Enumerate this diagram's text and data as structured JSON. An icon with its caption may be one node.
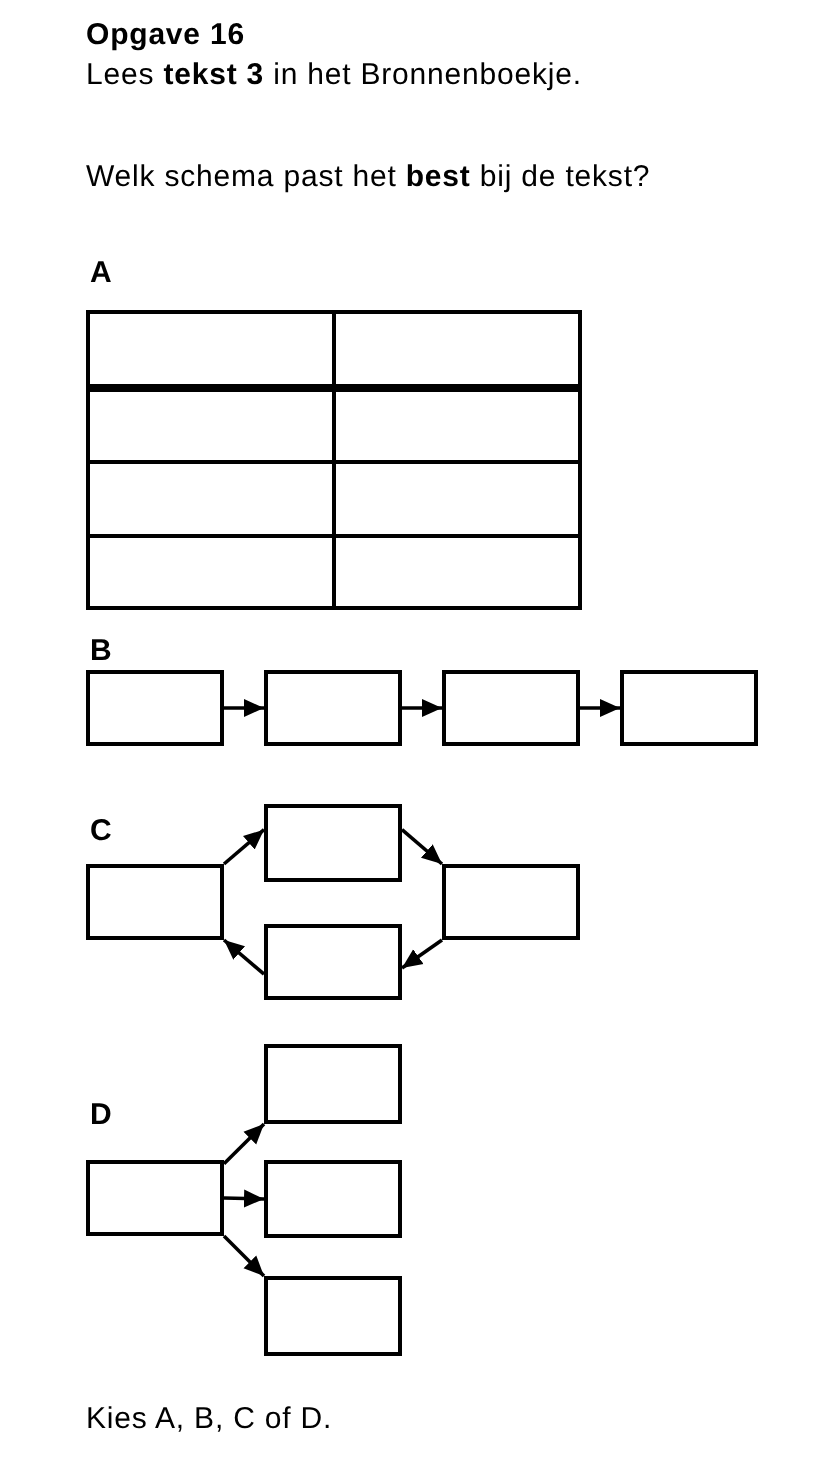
{
  "diagram": {
    "title": "Opgave 16",
    "nodes": [
      {
        "text": [],
        "shape": "table"
      },
      {
        "text": [],
        "shape": "box"
      },
      {
        "text": [],
        "shape": "box"
      },
      {
        "text": [],
        "shape": "box"
      },
      {
        "text": [],
        "shape": "box"
      },
      {
        "text": [],
        "shape": "box"
      },
      {
        "text": [],
        "shape": "box"
      },
      {
        "text": [],
        "shape": "box"
      },
      {
        "text": [],
        "shape": "box"
      },
      {
        "text": [],
        "shape": "box"
      },
      {
        "text": [],
        "shape": "box"
      },
      {
        "text": [],
        "shape": "box"
      },
      {
        "text": [],
        "shape": "box"
      }
    ],
    "edges": [
      {
        "from": 1,
        "to": 2,
        "arrow": "to"
      },
      {
        "from": 2,
        "to": 3,
        "arrow": "to"
      },
      {
        "from": 3,
        "to": 4,
        "arrow": "to"
      },
      {
        "from": 5,
        "to": 6,
        "arrow": "to"
      },
      {
        "from": 6,
        "to": 8,
        "arrow": "to"
      },
      {
        "from": 8,
        "to": 7,
        "arrow": "to"
      },
      {
        "from": 7,
        "to": 5,
        "arrow": "to"
      },
      {
        "from": 9,
        "to": 10,
        "arrow": "to"
      },
      {
        "from": 9,
        "to": 11,
        "arrow": "to"
      },
      {
        "from": 9,
        "to": 12,
        "arrow": "to"
      }
    ],
    "labels": [
      "Lees **tekst 3** in het Bronnenboekje.",
      "Welk schema past het **best** bij de tekst?",
      "A",
      "B",
      "C",
      "D",
      "Kies A, B, C of D."
    ]
  }
}
